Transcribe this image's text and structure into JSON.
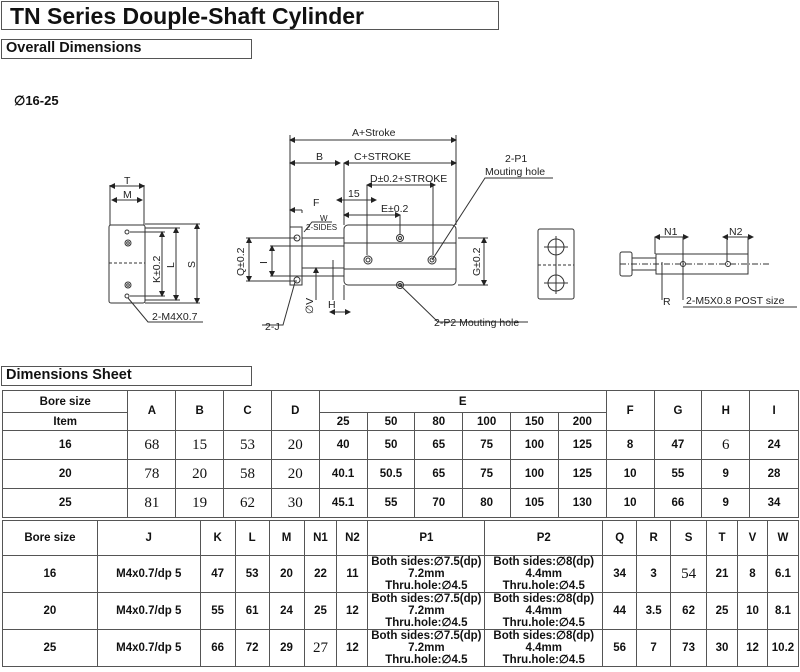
{
  "header": {
    "title": "TN Series Douple-Shaft Cylinder"
  },
  "sections": {
    "overall": "Overall Dimensions",
    "sheet": "Dimensions Sheet"
  },
  "drawing": {
    "bore_range": "∅16-25",
    "labels": {
      "T": "T",
      "M": "M",
      "K": "K±0.2",
      "L": "L",
      "S": "S",
      "left_thread": "2-M4X0.7",
      "A": "A+Stroke",
      "B": "B",
      "C": "C+STROKE",
      "D": "D±0.2+STROKE",
      "fifteen": "15",
      "E": "E±0.2",
      "F": "F",
      "W": "W",
      "W_sides": "2-SIDES",
      "Q": "Q±0.2",
      "I": "I",
      "J": "2-J",
      "V": "∅V",
      "H": "H",
      "G": "G±0.2",
      "P1_a": "2-P1",
      "P1_b": "Mouting hole",
      "P2": "2-P2 Mouting hole",
      "N1": "N1",
      "N2": "N2",
      "R": "R",
      "post": "2-M5X0.8 POST size"
    }
  },
  "table1": {
    "bore_size_label": "Bore size",
    "item_label": "Item",
    "columns": [
      "A",
      "B",
      "C",
      "D"
    ],
    "e_label": "E",
    "e_strokes": [
      "25",
      "50",
      "80",
      "100",
      "150",
      "200"
    ],
    "tail_columns": [
      "F",
      "G",
      "H",
      "I"
    ],
    "rows": [
      {
        "bore": "16",
        "A": "68",
        "B": "15",
        "C": "53",
        "D": "20",
        "E": [
          "40",
          "50",
          "65",
          "75",
          "100",
          "125"
        ],
        "F": "8",
        "G": "47",
        "H": "6",
        "I": "24"
      },
      {
        "bore": "20",
        "A": "78",
        "B": "20",
        "C": "58",
        "D": "20",
        "E": [
          "40.1",
          "50.5",
          "65",
          "75",
          "100",
          "125"
        ],
        "F": "10",
        "G": "55",
        "H": "9",
        "I": "28"
      },
      {
        "bore": "25",
        "A": "81",
        "B": "19",
        "C": "62",
        "D": "30",
        "E": [
          "45.1",
          "55",
          "70",
          "80",
          "105",
          "130"
        ],
        "F": "10",
        "G": "66",
        "H": "9",
        "I": "34"
      }
    ]
  },
  "table2": {
    "headers": [
      "Bore size",
      "J",
      "K",
      "L",
      "M",
      "N1",
      "N2",
      "P1",
      "P2",
      "Q",
      "R",
      "S",
      "T",
      "V",
      "W"
    ],
    "rows": [
      {
        "bore": "16",
        "J": "M4x0.7/dp 5",
        "K": "47",
        "L": "53",
        "M": "20",
        "N1": "22",
        "N2": "11",
        "P1": [
          "Both sides:∅7.5(dp)",
          "7.2mm",
          "Thru.hole:∅4.5"
        ],
        "P2": [
          "Both sides:∅8(dp)",
          "4.4mm",
          "Thru.hole:∅4.5"
        ],
        "Q": "34",
        "R": "3",
        "S": "54",
        "T": "21",
        "V": "8",
        "W": "6.1"
      },
      {
        "bore": "20",
        "J": "M4x0.7/dp 5",
        "K": "55",
        "L": "61",
        "M": "24",
        "N1": "25",
        "N2": "12",
        "P1": [
          "Both sides:∅7.5(dp)",
          "7.2mm",
          "Thru.hole:∅4.5"
        ],
        "P2": [
          "Both sides:∅8(dp)",
          "4.4mm",
          "Thru.hole:∅4.5"
        ],
        "Q": "44",
        "R": "3.5",
        "S": "62",
        "T": "25",
        "V": "10",
        "W": "8.1"
      },
      {
        "bore": "25",
        "J": "M4x0.7/dp 5",
        "K": "66",
        "L": "72",
        "M": "29",
        "N1": "27",
        "N2": "12",
        "P1": [
          "Both sides:∅7.5(dp)",
          "7.2mm",
          "Thru.hole:∅4.5"
        ],
        "P2": [
          "Both sides:∅8(dp)",
          "4.4mm",
          "Thru.hole:∅4.5"
        ],
        "Q": "56",
        "R": "7",
        "S": "73",
        "T": "30",
        "V": "12",
        "W": "10.2"
      }
    ]
  }
}
